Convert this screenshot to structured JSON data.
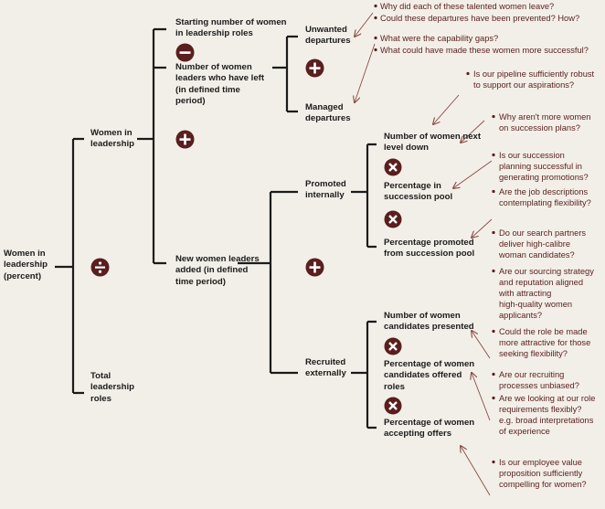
{
  "nodes": {
    "root": "Women in\nleadership\n(percent)",
    "women_in_leadership": "Women in\nleadership",
    "total_roles": "Total\nleadership\nroles",
    "starting": "Starting number of women\nin leadership roles",
    "left": "Number of women\nleaders who have left\n(in defined time\nperiod)",
    "added": "New women leaders\nadded (in defined\ntime period)",
    "unwanted": "Unwanted\ndepartures",
    "managed": "Managed\ndepartures",
    "promoted": "Promoted\ninternally",
    "recruited": "Recruited\nexternally",
    "next_level": "Number of women next\nlevel down",
    "succession_pool": "Percentage in\nsuccession pool",
    "promoted_from_pool": "Percentage promoted\nfrom succession pool",
    "candidates": "Number of women\ncandidates presented",
    "offered": "Percentage of women\ncandidates offered\nroles",
    "accepting": "Percentage of women\naccepting offers"
  },
  "questions": {
    "q1": "Why did each of these talented women leave?",
    "q2": "Could these departures have been prevented? How?",
    "q3": "What were the capability gaps?",
    "q4": "What could have made these women more successful?",
    "q5": "Is our pipeline sufficiently robust\nto support our aspirations?",
    "q6": "Why aren't more women\non succession plans?",
    "q7": "Is our succession\nplanning successful in\ngenerating promotions?",
    "q8": "Are the job descriptions\ncontemplating flexibility?",
    "q9": "Do our search partners\ndeliver high-calibre\nwoman candidates?",
    "q10": "Are our sourcing strategy\nand reputation aligned\nwith attracting\nhigh-quality women\napplicants?",
    "q11": "Could the role be made\nmore attractive for those\nseeking flexibility?",
    "q12": "Are our recruiting\nprocesses unbiased?",
    "q13": "Are we looking at our role\nrequirements flexibly?\ne.g. broad interpretations\nof experience",
    "q14": "Is our employee value\nproposition sufficiently\ncompelling for women?"
  },
  "operators": {
    "divide": "divide-icon",
    "minus": "minus-icon",
    "plus": "plus-icon",
    "times": "times-icon"
  },
  "colors": {
    "background": "#f2efe8",
    "operator": "#5a1e1e",
    "question_text": "#5a1e1e",
    "connector": "#8a4a44",
    "tree_line": "#1b1b1b"
  }
}
